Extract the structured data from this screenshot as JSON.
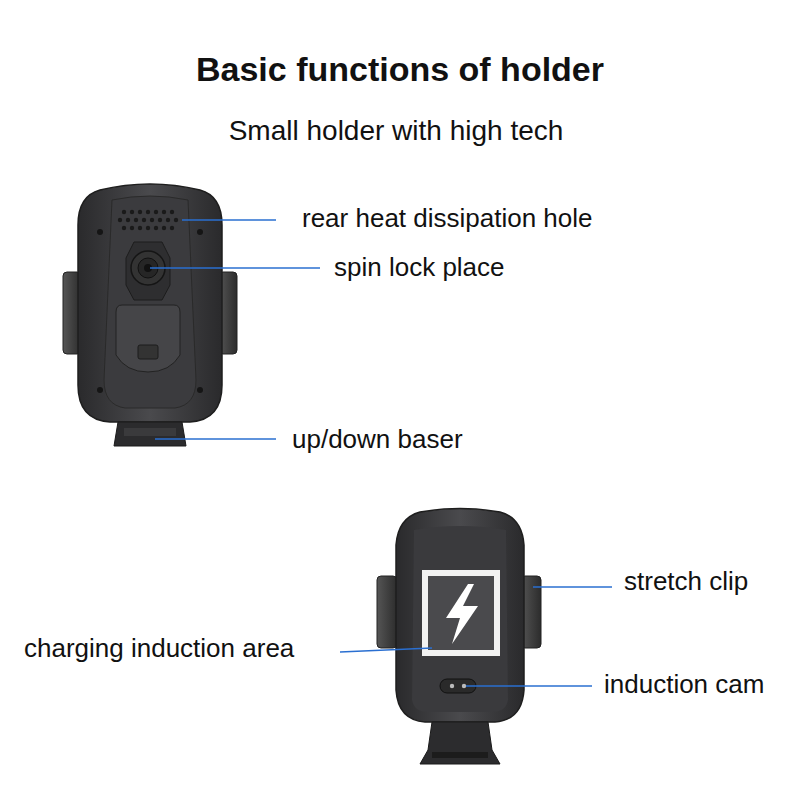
{
  "diagram": {
    "title": "Basic functions of holder",
    "labels": [
      "Small holder with high tech",
      "rear heat dissipation hole",
      "spin lock place",
      "up/down baser",
      "stretch clip",
      "charging induction area",
      "induction cam"
    ]
  }
}
